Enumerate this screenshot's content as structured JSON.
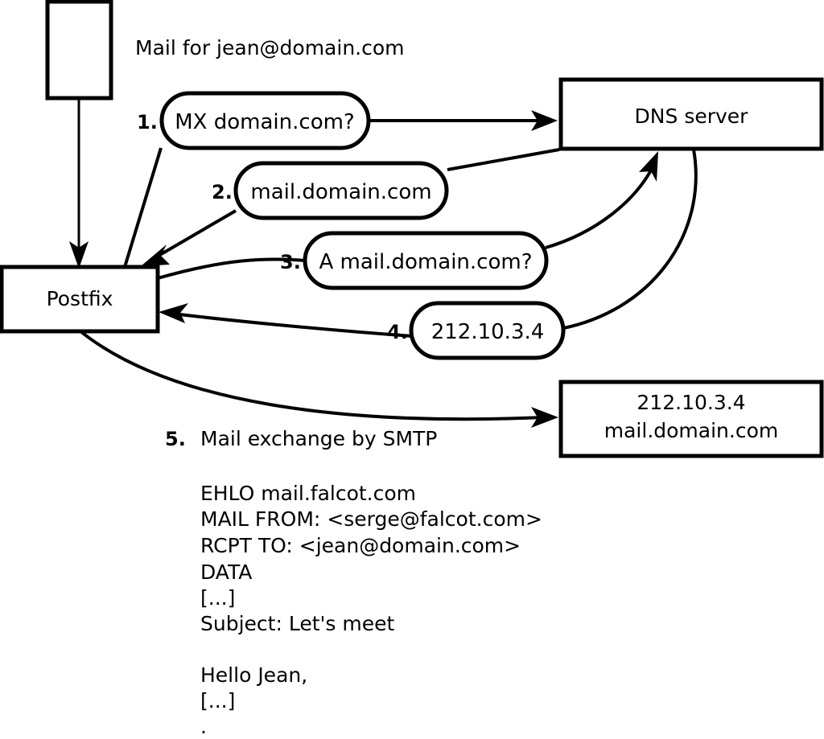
{
  "diagram": {
    "title_caption": "Mail for jean@domain.com",
    "nodes": [
      {
        "id": "sender-box",
        "label": ""
      },
      {
        "id": "postfix",
        "label": "Postfix"
      },
      {
        "id": "dns-server",
        "label": "DNS server"
      },
      {
        "id": "remote-mail-server",
        "line1": "212.10.3.4",
        "line2": "mail.domain.com"
      }
    ],
    "steps": [
      {
        "number": "1.",
        "label": "MX domain.com?"
      },
      {
        "number": "2.",
        "label": "mail.domain.com"
      },
      {
        "number": "3.",
        "label": "A mail.domain.com?"
      },
      {
        "number": "4.",
        "label": "212.10.3.4"
      }
    ],
    "step5": {
      "number": "5.",
      "label": "Mail exchange by SMTP"
    },
    "smtp_transcript": [
      "EHLO mail.falcot.com",
      "MAIL FROM: <serge@falcot.com>",
      "RCPT TO: <jean@domain.com>",
      "DATA",
      "[...]",
      "Subject: Let's meet",
      "",
      "Hello Jean,",
      "[...]",
      "."
    ],
    "colors": {
      "stroke": "#000000",
      "fill": "#ffffff"
    }
  }
}
